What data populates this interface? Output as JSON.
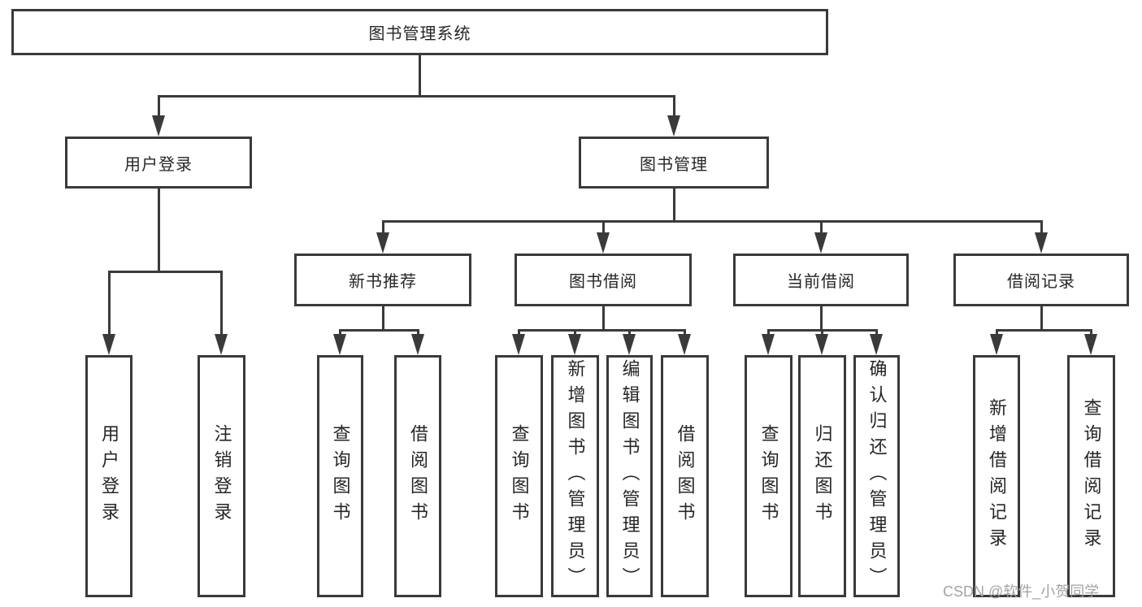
{
  "colors": {
    "line": "#3a3a3a",
    "text": "#262626",
    "box_bg": "#ffffff",
    "watermark": "#a3a3a3"
  },
  "watermark": {
    "text": "CSDN @软件_小贺同学"
  },
  "tree": {
    "label": "图书管理系统",
    "children": [
      {
        "label": "用户登录",
        "children": [
          {
            "label": "用户登录"
          },
          {
            "label": "注销登录"
          }
        ]
      },
      {
        "label": "图书管理",
        "children": [
          {
            "label": "新书推荐",
            "children": [
              {
                "label": "查询图书"
              },
              {
                "label": "借阅图书"
              }
            ]
          },
          {
            "label": "图书借阅",
            "children": [
              {
                "label": "查询图书"
              },
              {
                "label": "新增图书（管理员）"
              },
              {
                "label": "编辑图书（管理员）"
              },
              {
                "label": "借阅图书"
              }
            ]
          },
          {
            "label": "当前借阅",
            "children": [
              {
                "label": "查询图书"
              },
              {
                "label": "归还图书"
              },
              {
                "label": "确认归还（管理员）"
              }
            ]
          },
          {
            "label": "借阅记录",
            "children": [
              {
                "label": "新增借阅记录"
              },
              {
                "label": "查询借阅记录"
              }
            ]
          }
        ]
      }
    ]
  }
}
